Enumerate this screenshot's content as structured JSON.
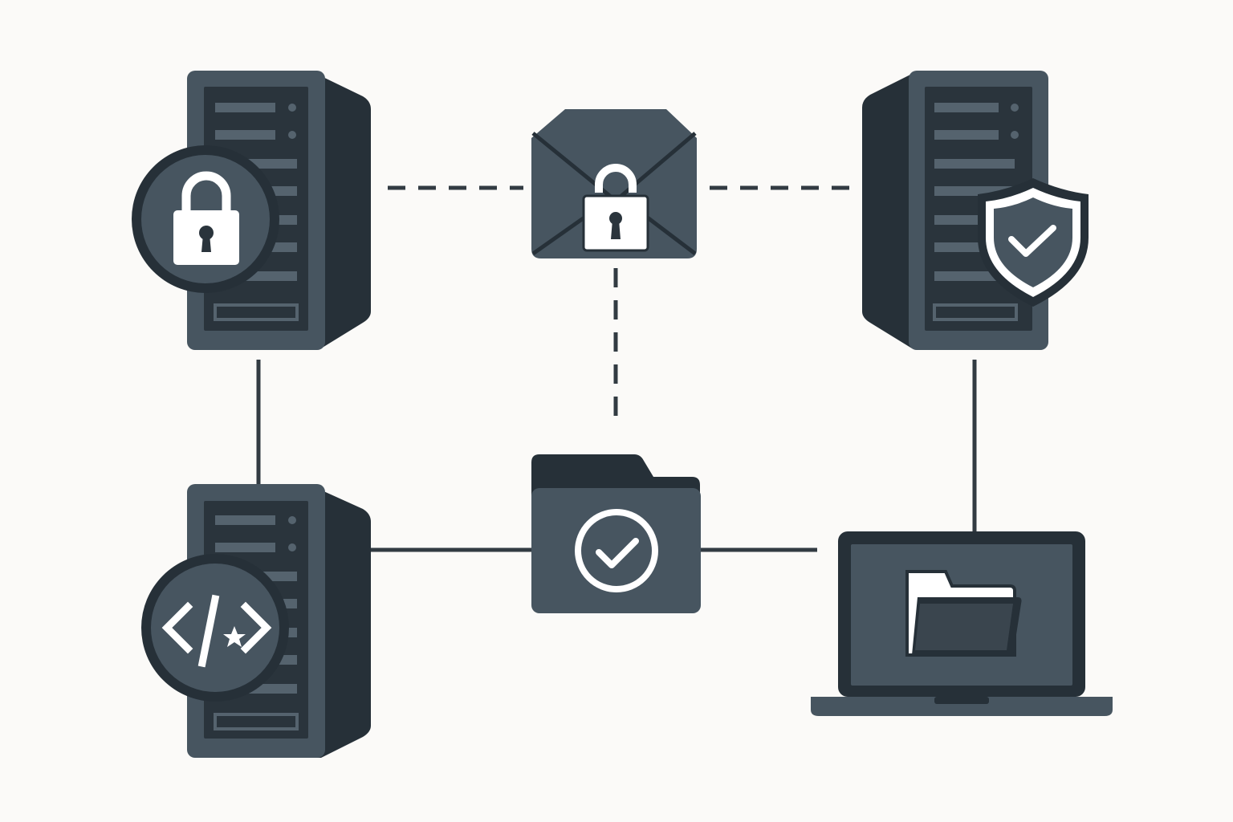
{
  "colors": {
    "background": "#FBFAF8",
    "body": "#475560",
    "side": "#263038",
    "panel": "#2A343C",
    "slot": "#55636E",
    "light": "#FFFFFF",
    "line": "#323B42"
  },
  "nodes": [
    {
      "id": "server-top-left",
      "type": "server",
      "badge": "lock-icon"
    },
    {
      "id": "encrypted-mail",
      "type": "envelope",
      "badge": "lock-icon"
    },
    {
      "id": "server-top-right",
      "type": "server",
      "badge": "shield-check-icon"
    },
    {
      "id": "server-bottom-left",
      "type": "server",
      "badge": "code-icon"
    },
    {
      "id": "verified-folder",
      "type": "folder",
      "badge": "check-circle-icon"
    },
    {
      "id": "laptop",
      "type": "laptop",
      "badge": "folder-icon"
    }
  ],
  "edges": [
    {
      "from": "server-top-left",
      "to": "encrypted-mail",
      "style": "dashed"
    },
    {
      "from": "encrypted-mail",
      "to": "server-top-right",
      "style": "dashed"
    },
    {
      "from": "encrypted-mail",
      "to": "verified-folder",
      "style": "dashed"
    },
    {
      "from": "server-top-left",
      "to": "server-bottom-left",
      "style": "solid"
    },
    {
      "from": "server-bottom-left",
      "to": "verified-folder",
      "style": "solid"
    },
    {
      "from": "verified-folder",
      "to": "laptop",
      "style": "solid"
    },
    {
      "from": "server-top-right",
      "to": "laptop",
      "style": "solid"
    }
  ]
}
